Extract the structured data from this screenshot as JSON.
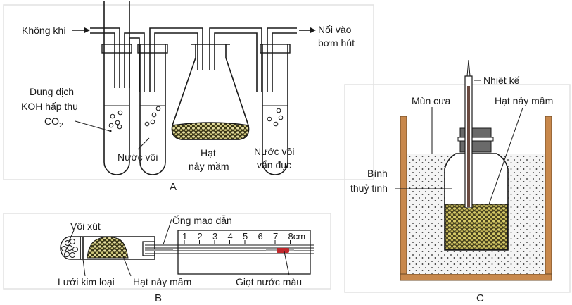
{
  "figure": {
    "panels": [
      {
        "id": "A",
        "caption": "A",
        "labels": {
          "air_in": "Không khí",
          "pump_line1": "Nối vào",
          "pump_line2": "bơm hút",
          "koh_line1": "Dung dịch",
          "koh_line2": "KOH hấp thụ",
          "koh_line3": "CO",
          "koh_sub": "2",
          "limewater": "Nước vôi",
          "seeds_line1": "Hạt",
          "seeds_line2": "nảy mầm",
          "turbid_line1": "Nước vôi",
          "turbid_line2": "vẩn đục"
        }
      },
      {
        "id": "B",
        "caption": "B",
        "labels": {
          "soda_lime": "Vôi xút",
          "capillary": "Ống mao dẫn",
          "mesh": "Lưới kim loại",
          "seeds": "Hạt nảy mầm",
          "drop": "Giọt nước màu"
        },
        "ruler_ticks": [
          "1",
          "2",
          "3",
          "4",
          "5",
          "6",
          "7",
          "8cm"
        ]
      },
      {
        "id": "C",
        "caption": "C",
        "labels": {
          "thermometer": "Nhiệt kế",
          "sawdust": "Mùn cưa",
          "seeds": "Hạt nảy mầm",
          "flask_line1": "Bình",
          "flask_line2": "thuỷ tinh"
        }
      }
    ]
  },
  "colors": {
    "seed_fill": "#8a8440",
    "seed_light": "#e8e2a0",
    "wood": "#c8884c",
    "drop": "#c0282c",
    "stopper": "#6a6a6a"
  }
}
